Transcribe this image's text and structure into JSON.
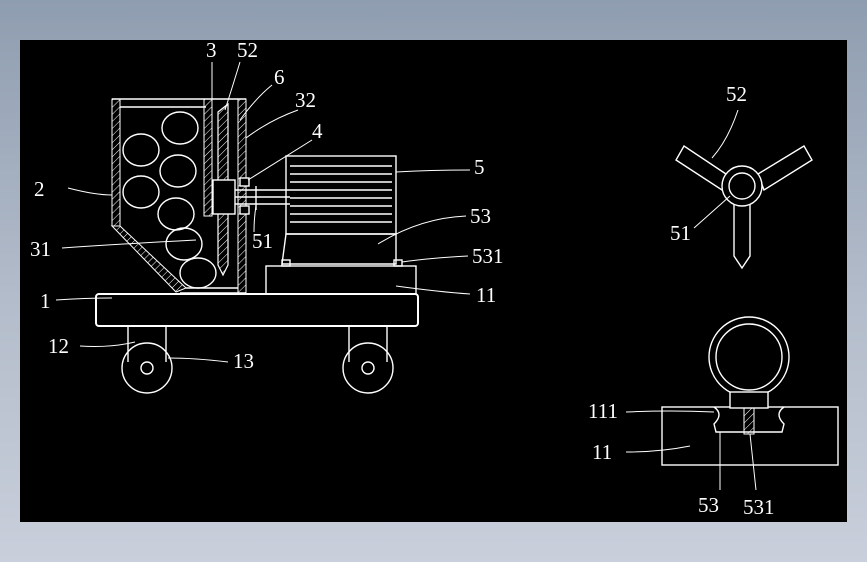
{
  "drawing": {
    "background_color": "#000000",
    "line_color": "#ffffff",
    "window_gradient": [
      "#8f9db0",
      "#c9cfdb"
    ]
  },
  "labels": {
    "part_3": "3",
    "part_52": "52",
    "part_6": "6",
    "part_32": "32",
    "part_4": "4",
    "part_2": "2",
    "part_5": "5",
    "part_53": "53",
    "part_31": "31",
    "part_51": "51",
    "part_531": "531",
    "part_1": "1",
    "part_11": "11",
    "part_12": "12",
    "part_13": "13",
    "detail_52": "52",
    "detail_51": "51",
    "detail_111": "111",
    "detail_11": "11",
    "detail_53": "53",
    "detail_531": "531"
  }
}
